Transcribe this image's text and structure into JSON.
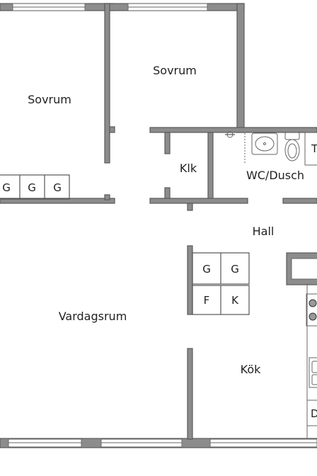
{
  "rooms": {
    "bedroom_left": "Sovrum",
    "bedroom_top": "Sovrum",
    "closet": "Klk",
    "bathroom": "WC/Dusch",
    "hall": "Hall",
    "living_room": "Vardagsrum",
    "kitchen": "Kök"
  },
  "storage": {
    "bedroom_wardrobes": [
      "G",
      "G",
      "G"
    ],
    "hall_wardrobes": [
      "G",
      "G"
    ],
    "hall_units": [
      "F",
      "K"
    ]
  },
  "bathroom_cut_label": "T",
  "kitchen_cut_label": "D"
}
